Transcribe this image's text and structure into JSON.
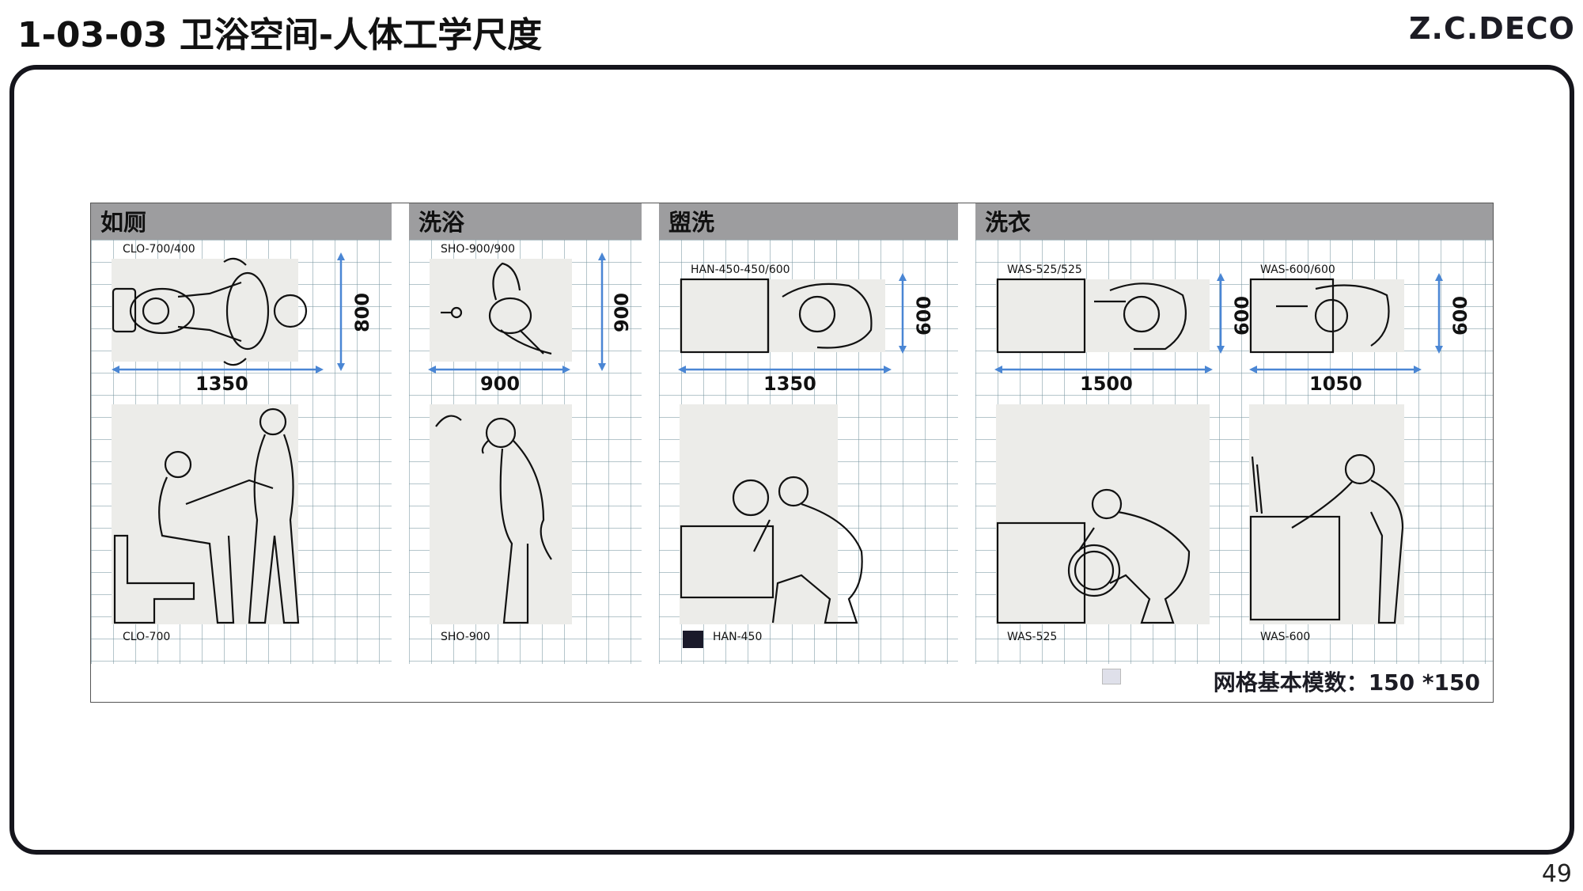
{
  "header": {
    "title": "1-03-03 卫浴空间-人体工学尺度",
    "brand": "Z.C.DECO"
  },
  "page_number": "49",
  "footnote": "网格基本模数：150 *150",
  "panels": [
    {
      "name": "如厕",
      "top_label": "CLO-700/400",
      "bottom_label": "CLO-700",
      "width_dim": "1350",
      "height_dim": "800"
    },
    {
      "name": "洗浴",
      "top_label": "SHO-900/900",
      "bottom_label": "SHO-900",
      "width_dim": "900",
      "height_dim": "900"
    },
    {
      "name": "盥洗",
      "top_label": "HAN-450-450/600",
      "bottom_label": "HAN-450",
      "width_dim": "1350",
      "height_dim": "600"
    },
    {
      "name": "洗衣",
      "top_label_a": "WAS-525/525",
      "top_label_b": "WAS-600/600",
      "bottom_label_a": "WAS-525",
      "bottom_label_b": "WAS-600",
      "width_dim_a": "1500",
      "width_dim_b": "1050",
      "height_dim_a": "600",
      "height_dim_b": "600"
    }
  ]
}
